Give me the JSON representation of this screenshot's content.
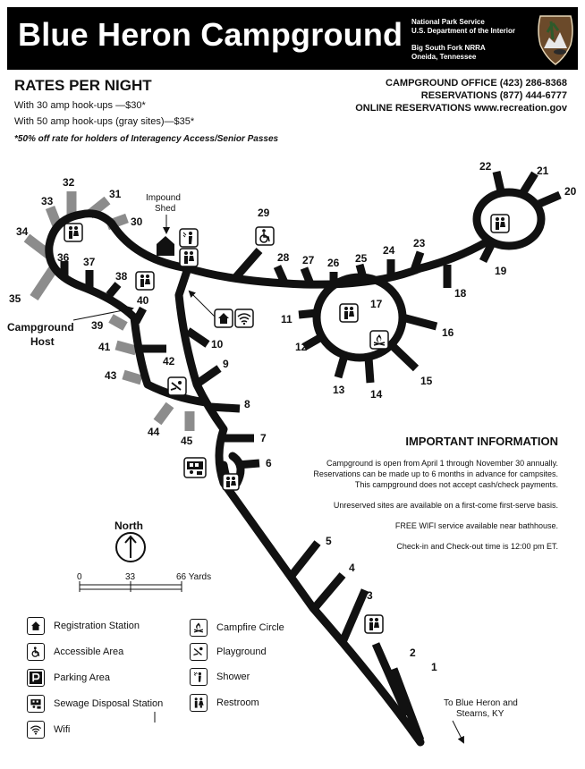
{
  "header": {
    "title": "Blue Heron Campground",
    "agency_line1": "National Park Service",
    "agency_line2": "U.S. Department of the Interior",
    "park_line1": "Big South Fork NRRA",
    "park_line2": "Oneida, Tennessee"
  },
  "rates": {
    "heading": "RATES PER NIGHT",
    "line1": "With 30 amp hook-ups —$30*",
    "line2": "With 50 amp hook-ups (gray sites)—$35*",
    "note": "*50% off rate for holders of Interagency Access/Senior Passes"
  },
  "contacts": {
    "office": "CAMPGROUND OFFICE  (423) 286-8368",
    "reservations": "RESERVATIONS  (877) 444-6777",
    "online": "ONLINE RESERVATIONS  www.recreation.gov"
  },
  "info": {
    "heading": "IMPORTANT INFORMATION",
    "p1_a": "Campground is open from April 1 through November 30 annually.",
    "p1_b": "Reservations can be made up to 6 months in advance for campsites.",
    "p1_c": "This campground does not accept cash/check payments.",
    "p2": "Unreserved sites are available on a first-come first-serve basis.",
    "p3": "FREE WIFI service available near bathhouse.",
    "p4": "Check-in and Check-out time is 12:00 pm ET."
  },
  "map_labels": {
    "impound_1": "Impound",
    "impound_2": "Shed",
    "host_1": "Campground",
    "host_2": "Host",
    "to_1": "To Blue Heron and",
    "to_2": "Stearns, KY",
    "north": "North"
  },
  "scale": {
    "t0": "0",
    "t1": "33",
    "t2": "66 Yards"
  },
  "sites": {
    "s1": "1",
    "s2": "2",
    "s3": "3",
    "s4": "4",
    "s5": "5",
    "s6": "6",
    "s7": "7",
    "s8": "8",
    "s9": "9",
    "s10": "10",
    "s11": "11",
    "s12": "12",
    "s13": "13",
    "s14": "14",
    "s15": "15",
    "s16": "16",
    "s17": "17",
    "s18": "18",
    "s19": "19",
    "s20": "20",
    "s21": "21",
    "s22": "22",
    "s23": "23",
    "s24": "24",
    "s25": "25",
    "s26": "26",
    "s27": "27",
    "s28": "28",
    "s29": "29",
    "s31": "31",
    "s32": "32",
    "s33": "33",
    "s34": "34",
    "s35": "35",
    "s36": "36",
    "s37": "37",
    "s38": "38",
    "s39": "39",
    "s40": "40",
    "s41": "41",
    "s42": "42",
    "s43": "43",
    "s44": "44",
    "s45": "45",
    "s30": "30"
  },
  "legend": {
    "registration": "Registration Station",
    "accessible": "Accessible Area",
    "parking": "Parking Area",
    "sewage": "Sewage Disposal Station",
    "wifi": "Wifi",
    "campfire": "Campfire Circle",
    "playground": "Playground",
    "shower": "Shower",
    "restroom": "Restroom"
  },
  "colors": {
    "road": "#111111",
    "gray_site": "#8c8c8c",
    "header_bg": "#000000"
  }
}
